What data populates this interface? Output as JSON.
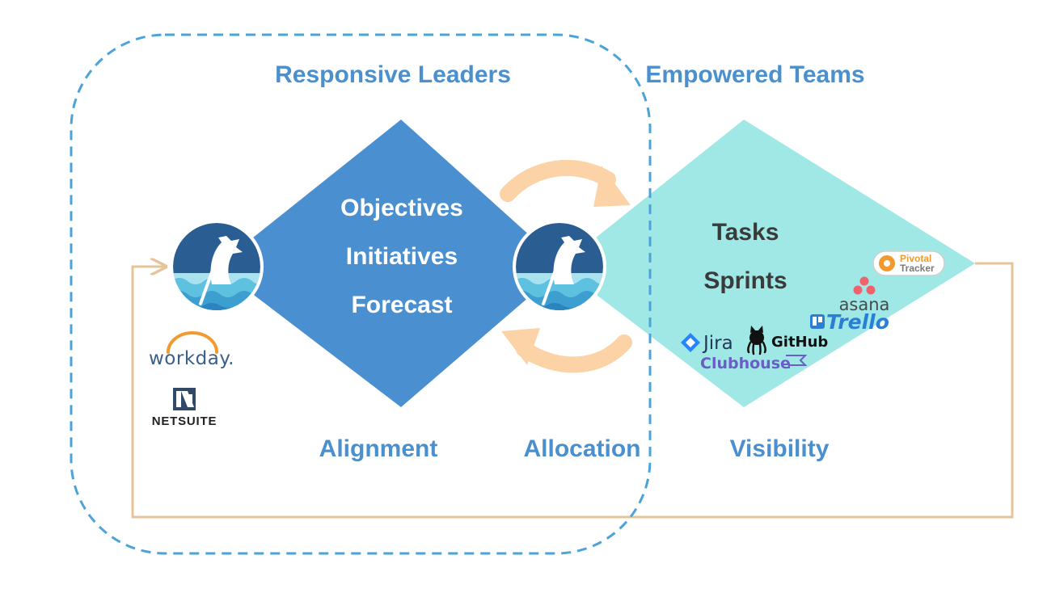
{
  "headers": {
    "left": "Responsive Leaders",
    "right": "Empowered Teams"
  },
  "left_diamond": {
    "items": [
      "Objectives",
      "Initiatives",
      "Forecast"
    ]
  },
  "right_diamond": {
    "items": [
      "Tasks",
      "Sprints"
    ]
  },
  "footers": {
    "alignment": "Alignment",
    "allocation": "Allocation",
    "visibility": "Visibility"
  },
  "left_logos": {
    "workday": "workday.",
    "netsuite": "NETSUITE"
  },
  "right_logos": {
    "jira": "Jira",
    "github": "GitHub",
    "clubhouse": "Clubhouse",
    "trello": "Trello",
    "asana": "asana",
    "pivotal_line1": "Pivotal",
    "pivotal_line2": "Tracker"
  },
  "icons": {
    "hub_left": "dragon-boat-icon",
    "hub_right": "dragon-boat-icon"
  },
  "colors": {
    "primary_blue": "#4a8fd0",
    "teal": "#9fe8e6",
    "dashed_blue": "#4ba3d9",
    "tan_line": "#e6c49a",
    "peach_arrow": "#fbd3a6",
    "hub_dark": "#2a5d92"
  }
}
